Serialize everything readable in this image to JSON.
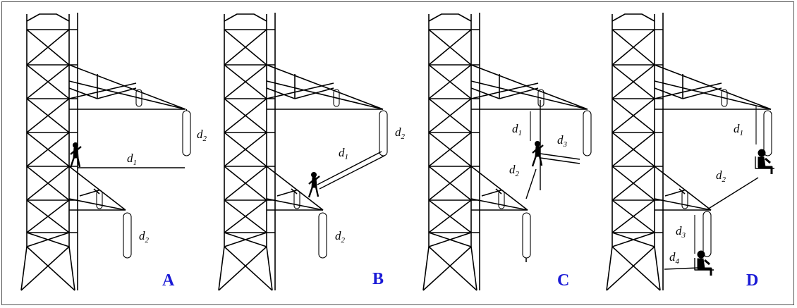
{
  "panels": [
    {
      "letter": "A",
      "labels": [
        {
          "base": "d",
          "sub": "1"
        },
        {
          "base": "d",
          "sub": "2"
        },
        {
          "base": "d",
          "sub": "2"
        }
      ]
    },
    {
      "letter": "B",
      "labels": [
        {
          "base": "d",
          "sub": "1"
        },
        {
          "base": "d",
          "sub": "2"
        },
        {
          "base": "d",
          "sub": "2"
        }
      ]
    },
    {
      "letter": "C",
      "labels": [
        {
          "base": "d",
          "sub": "1"
        },
        {
          "base": "d",
          "sub": "2"
        },
        {
          "base": "d",
          "sub": "3"
        }
      ]
    },
    {
      "letter": "D",
      "labels": [
        {
          "base": "d",
          "sub": "1"
        },
        {
          "base": "d",
          "sub": "2"
        },
        {
          "base": "d",
          "sub": "3"
        },
        {
          "base": "d",
          "sub": "4"
        }
      ]
    }
  ],
  "colors": {
    "letter": "#1a1ad6",
    "line": "#000000"
  }
}
